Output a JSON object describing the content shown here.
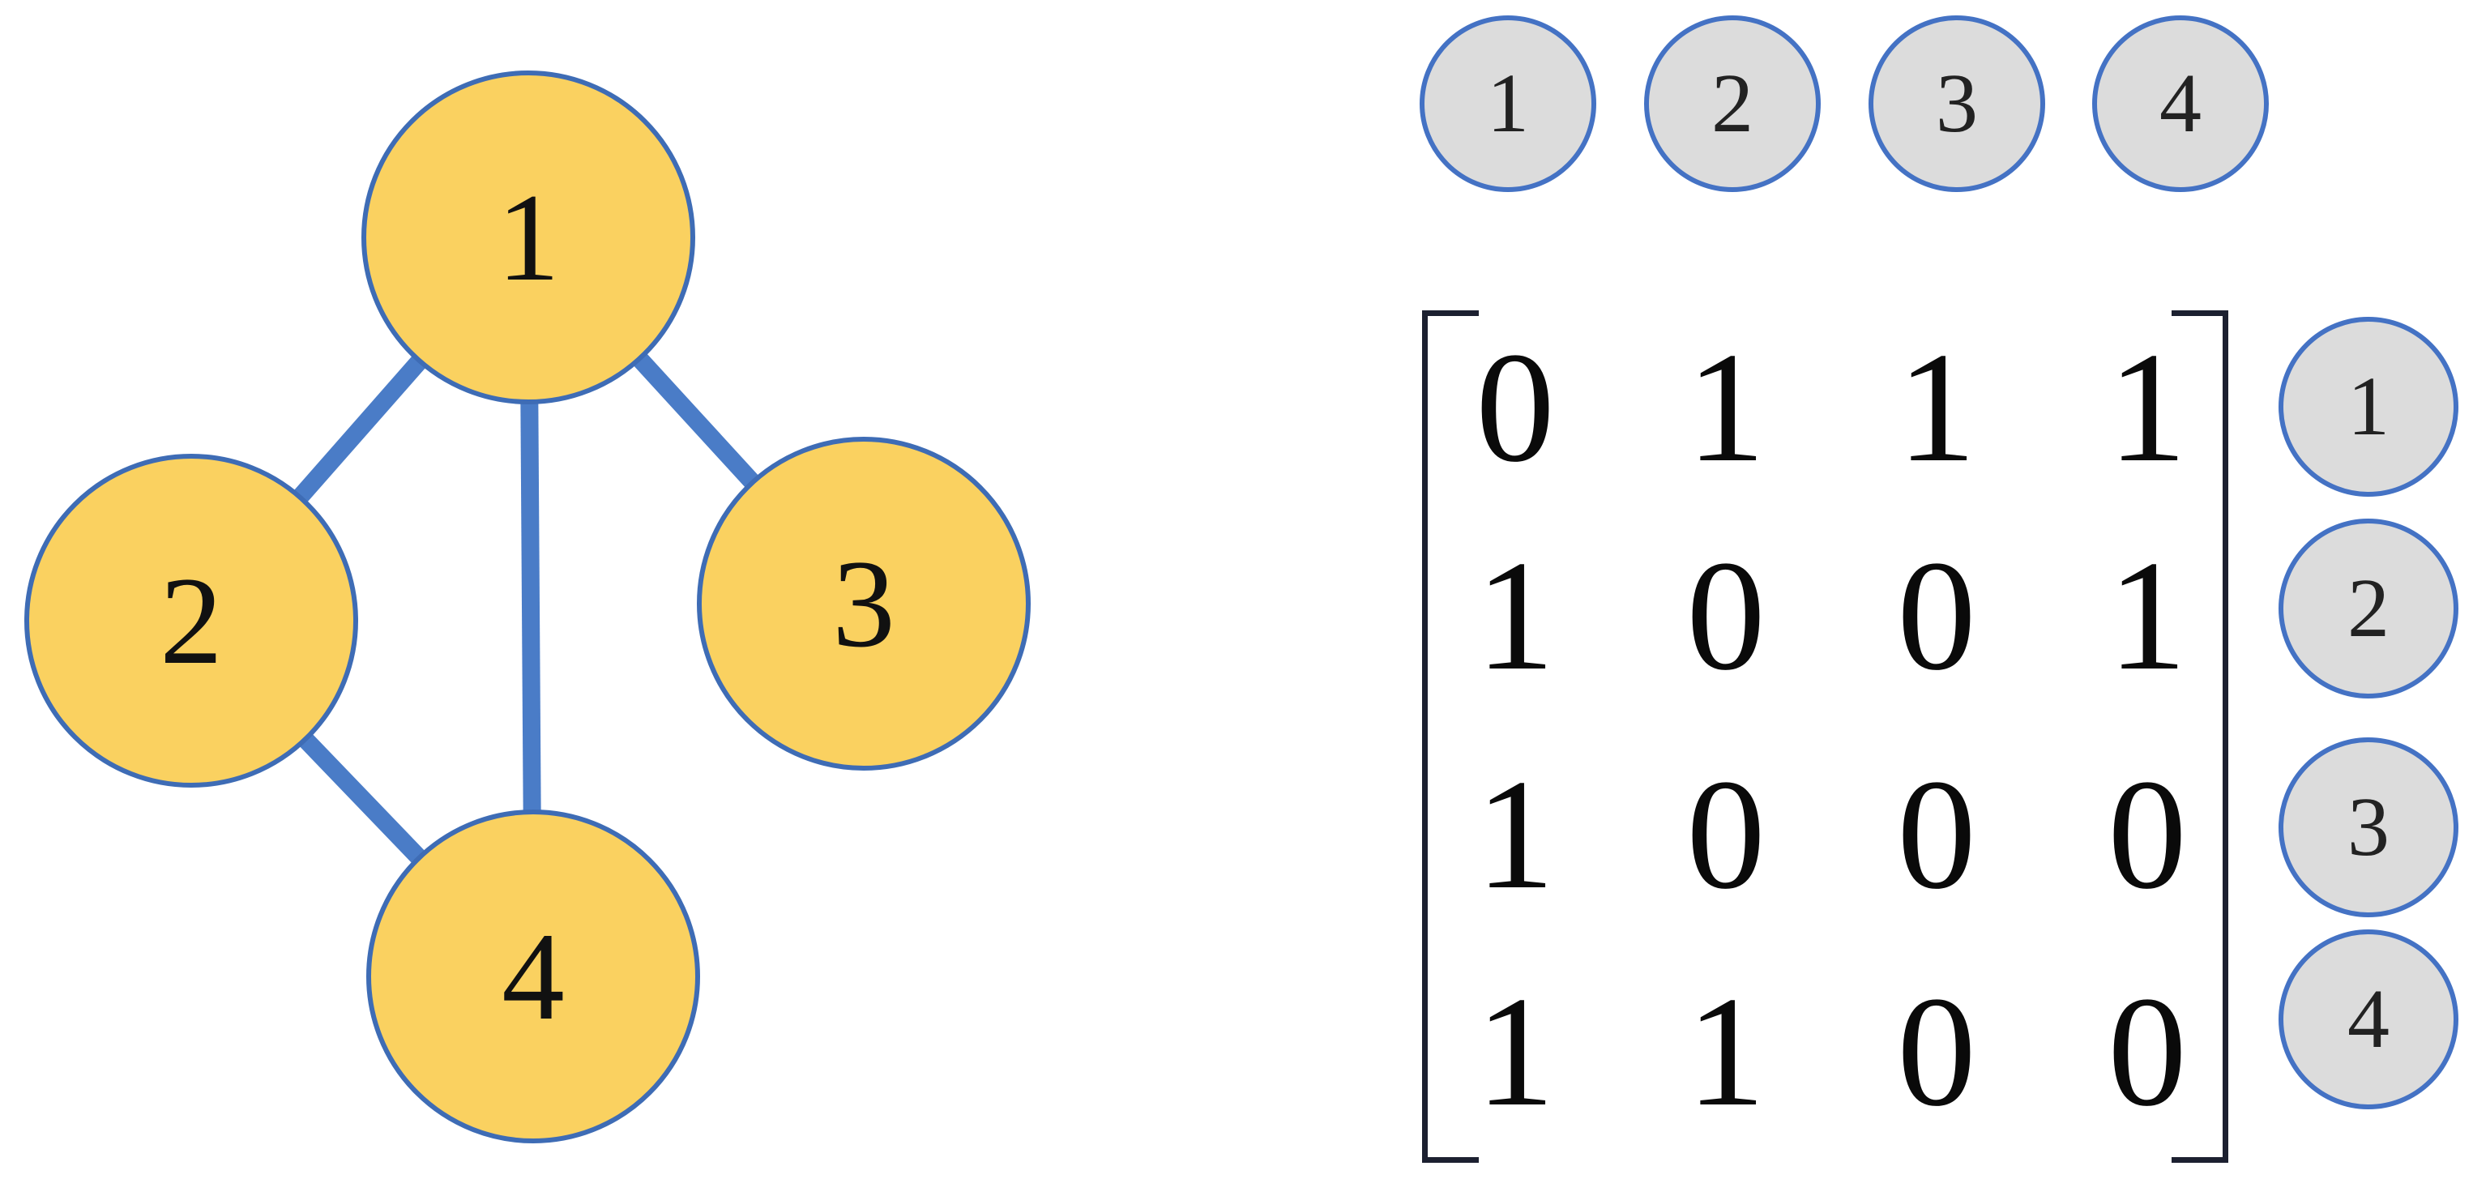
{
  "colors": {
    "node_fill": "#FAD160",
    "node_border": "#3E6CB5",
    "edge": "#4A7CC7",
    "label_circle_fill": "#DCDCDC",
    "label_circle_border": "#4472C4",
    "bracket": "#1C2030",
    "digit": "#0A0A0A"
  },
  "graph": {
    "nodes": [
      {
        "id": "1",
        "label": "1"
      },
      {
        "id": "2",
        "label": "2"
      },
      {
        "id": "3",
        "label": "3"
      },
      {
        "id": "4",
        "label": "4"
      }
    ],
    "edges": [
      [
        "1",
        "2"
      ],
      [
        "1",
        "3"
      ],
      [
        "1",
        "4"
      ],
      [
        "2",
        "4"
      ]
    ]
  },
  "matrix": {
    "column_labels": [
      "1",
      "2",
      "3",
      "4"
    ],
    "row_labels": [
      "1",
      "2",
      "3",
      "4"
    ],
    "rows": [
      [
        "0",
        "1",
        "1",
        "1"
      ],
      [
        "1",
        "0",
        "0",
        "1"
      ],
      [
        "1",
        "0",
        "0",
        "0"
      ],
      [
        "1",
        "1",
        "0",
        "0"
      ]
    ]
  }
}
